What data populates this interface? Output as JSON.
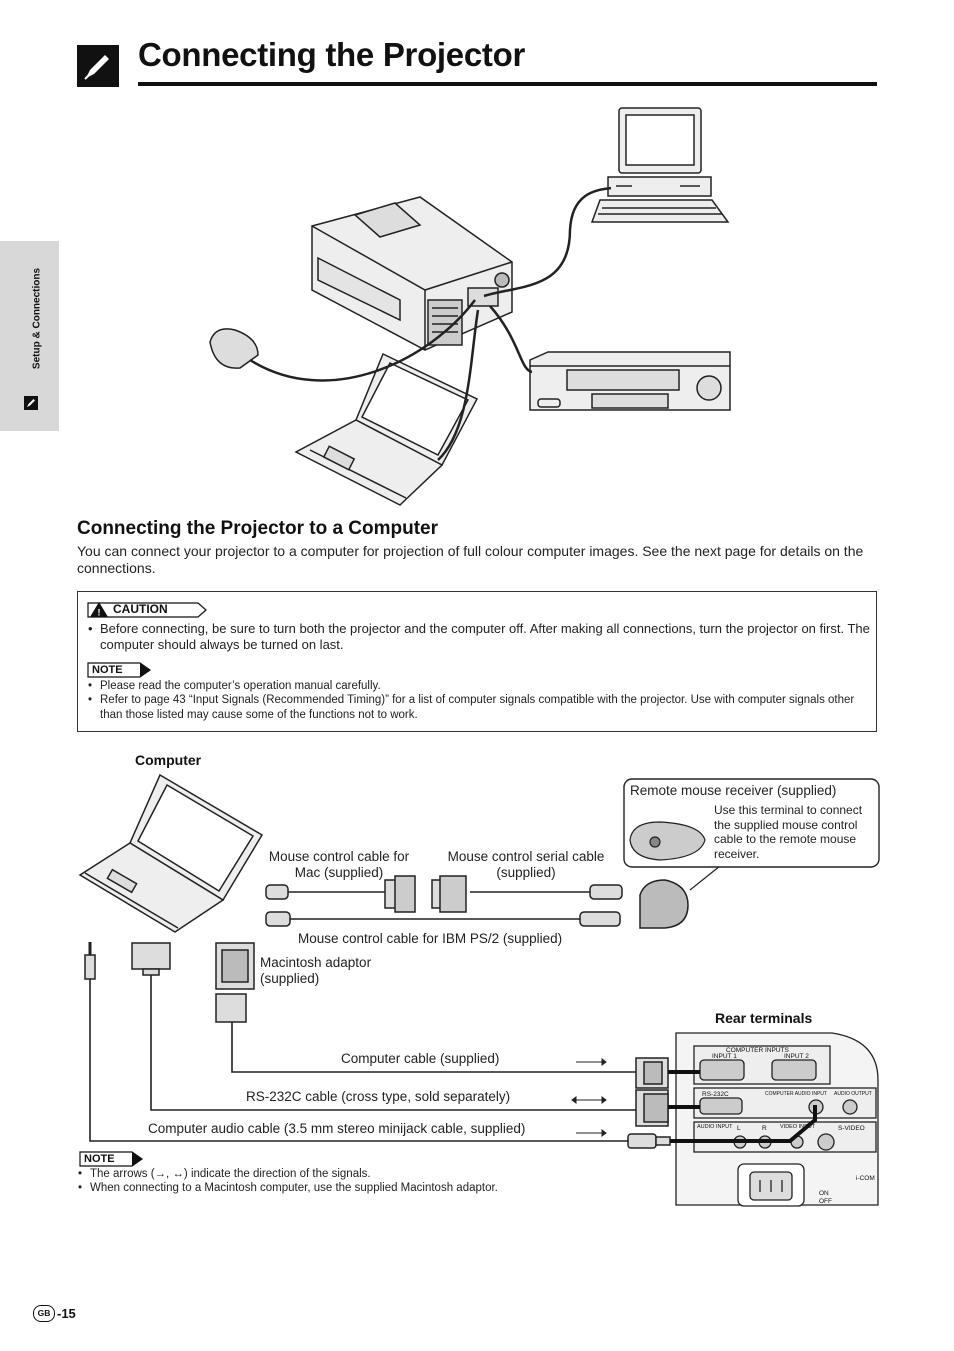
{
  "page": {
    "title": "Connecting the Projector",
    "side_tab": "Setup & Connections",
    "page_number": "-15",
    "page_badge": "GB"
  },
  "section": {
    "heading": "Connecting the Projector to a Computer",
    "intro": "You can connect your projector to a computer for projection of full colour computer images. See the next page for details on the connections."
  },
  "caution": {
    "label": "CAUTION",
    "items": [
      "Before connecting, be sure to turn both the projector and the computer off. After making all connections, turn the projector on first. The computer should always be turned on last."
    ]
  },
  "note1": {
    "label": "NOTE",
    "items": [
      "Please read the computer’s operation manual carefully.",
      "Refer to page 43 “Input Signals (Recommended Timing)” for a list of computer signals compatible with the projector. Use with computer signals other than those listed may cause some of the functions not to work."
    ]
  },
  "diagram": {
    "computer_label": "Computer",
    "remote_title": "Remote mouse receiver (supplied)",
    "remote_desc": "Use this terminal to connect the supplied mouse control cable to the remote mouse receiver.",
    "mac_mouse_cable": "Mouse control cable for Mac (supplied)",
    "serial_mouse_cable": "Mouse control serial cable (supplied)",
    "ibm_mouse_cable": "Mouse control cable for IBM PS/2 (supplied)",
    "mac_adaptor": "Macintosh adaptor (supplied)",
    "rear_terminals": "Rear terminals",
    "computer_cable": "Computer cable (supplied)",
    "rs232_cable": "RS-232C cable (cross type, sold separately)",
    "audio_cable": "Computer audio cable (3.5 mm stereo minijack cable, supplied)",
    "panel": {
      "computer_inputs": "COMPUTER INPUTS",
      "input1": "INPUT 1",
      "input2": "INPUT 2",
      "rs232c": "RS-232C",
      "computer_audio_input": "COMPUTER AUDIO INPUT",
      "audio_output": "AUDIO OUTPUT",
      "audio_input": "AUDIO INPUT",
      "l": "L",
      "r": "R",
      "video_input": "VIDEO INPUT",
      "s_video": "S-VIDEO",
      "on": "ON",
      "off": "OFF",
      "icom": "i-COM"
    }
  },
  "note2": {
    "label": "NOTE",
    "items": [
      "The arrows (→, ↔) indicate the direction of the signals.",
      "When connecting to a Macintosh computer, use the supplied Macintosh adaptor."
    ]
  },
  "colors": {
    "ink": "#111111",
    "side_tab": "#d8d8d8",
    "device_gray": "#e6e6e6"
  }
}
